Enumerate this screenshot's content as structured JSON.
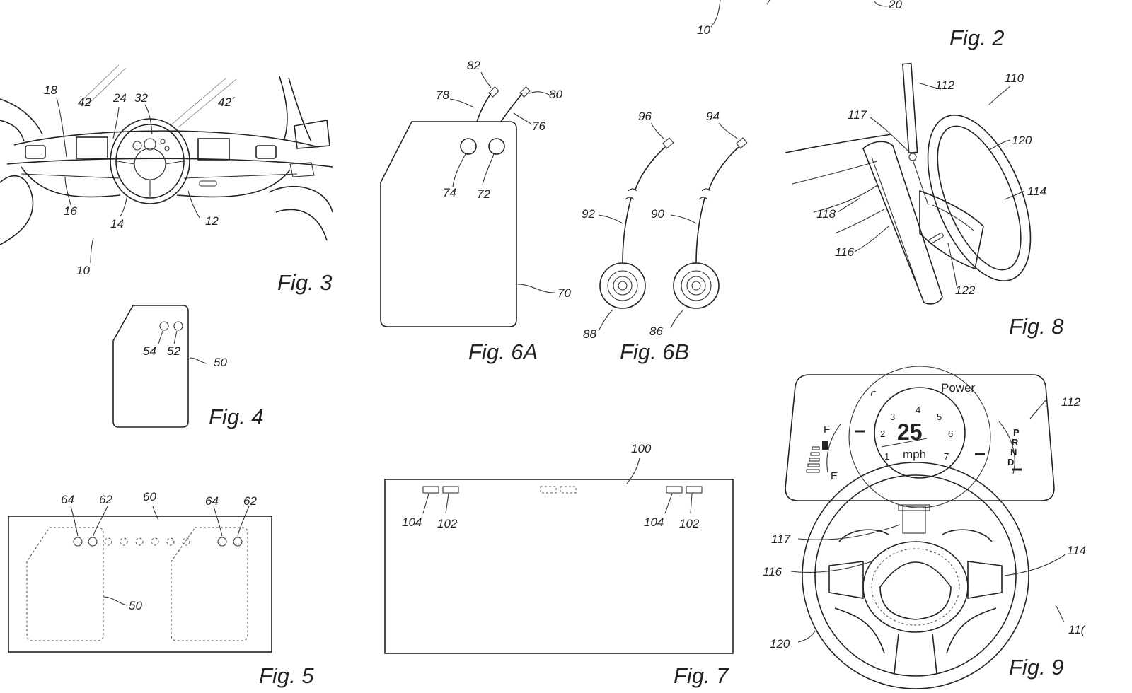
{
  "figures": {
    "fig2": {
      "label": "Fig. 2",
      "refs": [
        "10",
        "20"
      ]
    },
    "fig3": {
      "label": "Fig. 3",
      "refs": [
        "18",
        "42",
        "24",
        "32",
        "42´",
        "16",
        "14",
        "12",
        "10"
      ]
    },
    "fig4": {
      "label": "Fig. 4",
      "refs": [
        "54",
        "52",
        "50"
      ]
    },
    "fig5": {
      "label": "Fig. 5",
      "refs": [
        "64",
        "62",
        "60",
        "64",
        "62",
        "50"
      ]
    },
    "fig6a": {
      "label": "Fig. 6A",
      "refs": [
        "82",
        "78",
        "80",
        "76",
        "74",
        "72",
        "70"
      ]
    },
    "fig6b": {
      "label": "Fig. 6B",
      "refs": [
        "96",
        "94",
        "92",
        "90",
        "88",
        "86"
      ]
    },
    "fig7": {
      "label": "Fig. 7",
      "refs": [
        "100",
        "104",
        "102",
        "104",
        "102"
      ]
    },
    "fig8": {
      "label": "Fig. 8",
      "refs": [
        "112",
        "110",
        "117",
        "120",
        "114",
        "118",
        "116",
        "122"
      ]
    },
    "fig9": {
      "label": "Fig. 9",
      "refs": [
        "112",
        "117",
        "114",
        "116",
        "120",
        "11("
      ],
      "cluster": {
        "power_label": "Power",
        "speed": "25",
        "unit": "mph",
        "dial_numbers": [
          "1",
          "2",
          "3",
          "4",
          "5",
          "6",
          "7"
        ],
        "fuel_full": "F",
        "fuel_empty": "E",
        "gears": [
          "P",
          "R",
          "N",
          "D"
        ]
      }
    }
  }
}
